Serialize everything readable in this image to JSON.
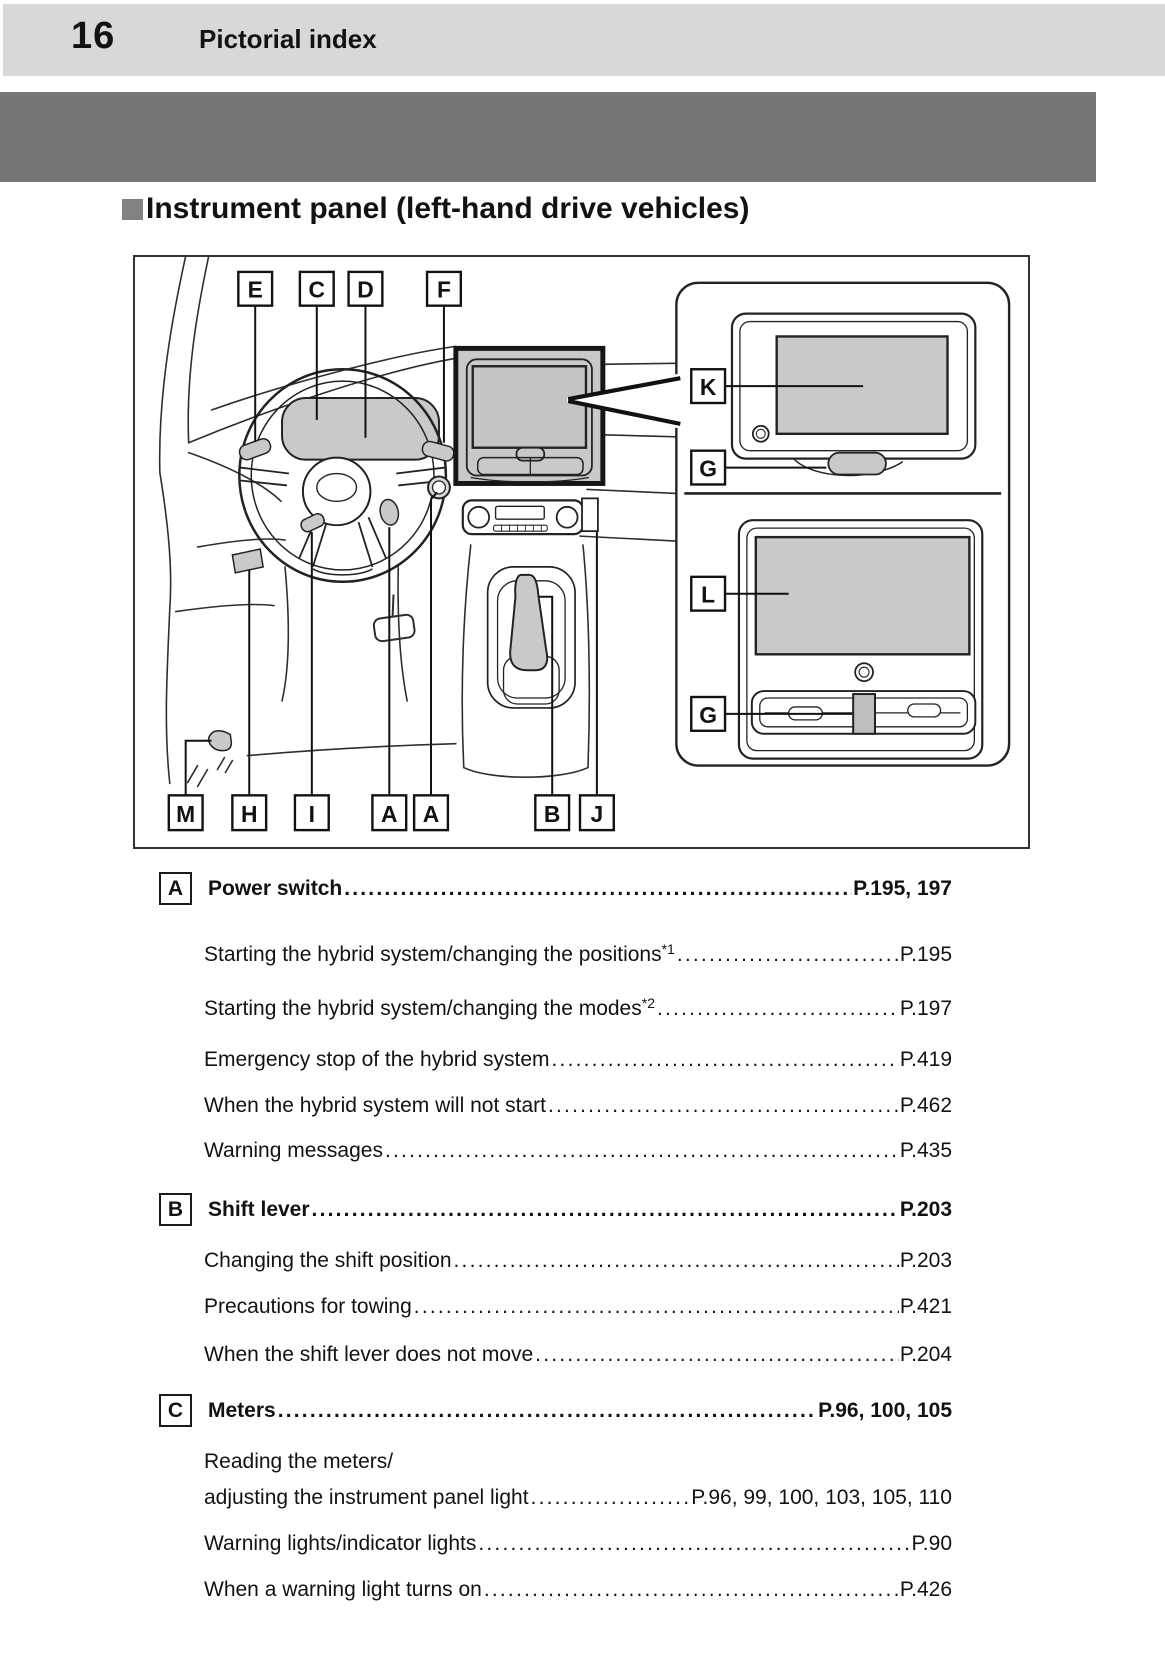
{
  "header": {
    "page_number": "16",
    "section_title": "Pictorial index"
  },
  "heading": {
    "title": "Instrument panel (left-hand drive vehicles)"
  },
  "colors": {
    "header_bar": "#d8d8d8",
    "band": "#767676",
    "heading_bullet": "#828282",
    "diagram_shade": "#c9c9c9"
  },
  "diagram": {
    "top_labels": [
      "E",
      "C",
      "D",
      "F"
    ],
    "right_labels": [
      "K",
      "G",
      "L",
      "G"
    ],
    "bottom_labels": [
      "M",
      "H",
      "I",
      "A",
      "A",
      "B",
      "J"
    ]
  },
  "index": {
    "sections": [
      {
        "letter": "A",
        "title": "Power switch",
        "pages": "P.195, 197",
        "items": [
          {
            "label": "Starting the hybrid system/changing the positions",
            "sup": "*1",
            "pages": "P.195"
          },
          {
            "label": "Starting the hybrid system/changing the modes",
            "sup": "*2",
            "pages": "P.197"
          },
          {
            "label": "Emergency stop of the hybrid system",
            "pages": "P.419"
          },
          {
            "label": "When the hybrid system will not start ",
            "pages": "P.462"
          },
          {
            "label": "Warning messages ",
            "pages": "P.435"
          }
        ]
      },
      {
        "letter": "B",
        "title": "Shift lever",
        "pages": "P.203",
        "items": [
          {
            "label": "Changing the shift position",
            "pages": "P.203"
          },
          {
            "label": "Precautions for towing ",
            "pages": "P.421"
          },
          {
            "label": "When the shift lever does not move",
            "pages": "P.204"
          }
        ]
      },
      {
        "letter": "C",
        "title": "Meters ",
        "pages": "P.96, 100, 105",
        "items": [
          {
            "label_lines": [
              "Reading the meters/",
              "adjusting the instrument panel light "
            ],
            "pages": "P.96, 99, 100, 103, 105, 110"
          },
          {
            "label": "Warning lights/indicator lights ",
            "pages": "P.90"
          },
          {
            "label": "When a warning light turns on ",
            "pages": "P.426"
          }
        ]
      }
    ]
  }
}
